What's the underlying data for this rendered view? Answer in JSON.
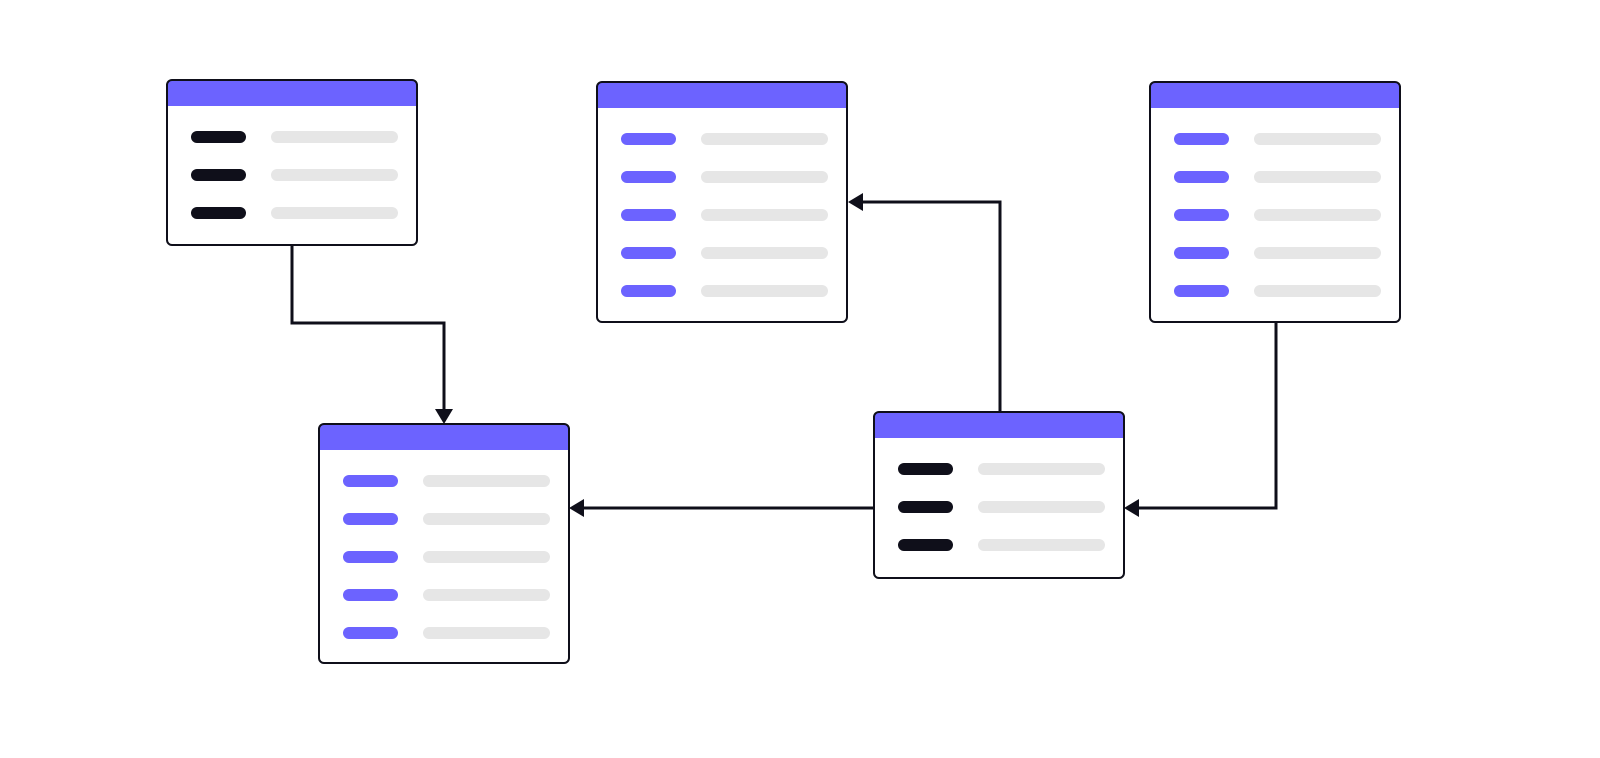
{
  "colors": {
    "background": "#ffffff",
    "header_accent": "#6c63ff",
    "border": "#0f0f1a",
    "key_bar_accent": "#6c63ff",
    "key_bar_dark": "#0f0f1a",
    "value_bar": "#e6e6e6",
    "connector": "#0f0f1a"
  },
  "tables": [
    {
      "id": "table-top-left",
      "rows": 3,
      "key_style": "dark"
    },
    {
      "id": "table-top-center",
      "rows": 5,
      "key_style": "accent"
    },
    {
      "id": "table-top-right",
      "rows": 5,
      "key_style": "accent"
    },
    {
      "id": "table-bottom-left",
      "rows": 5,
      "key_style": "accent"
    },
    {
      "id": "table-bottom-right",
      "rows": 3,
      "key_style": "dark"
    }
  ],
  "connectors": [
    {
      "from": "table-top-left",
      "to": "table-bottom-left",
      "arrow": "down"
    },
    {
      "from": "table-bottom-right",
      "to": "table-top-center",
      "arrow": "left"
    },
    {
      "from": "table-top-right",
      "to": "table-bottom-right",
      "arrow": "left"
    },
    {
      "from": "table-bottom-right",
      "to": "table-bottom-left",
      "arrow": "left"
    }
  ]
}
